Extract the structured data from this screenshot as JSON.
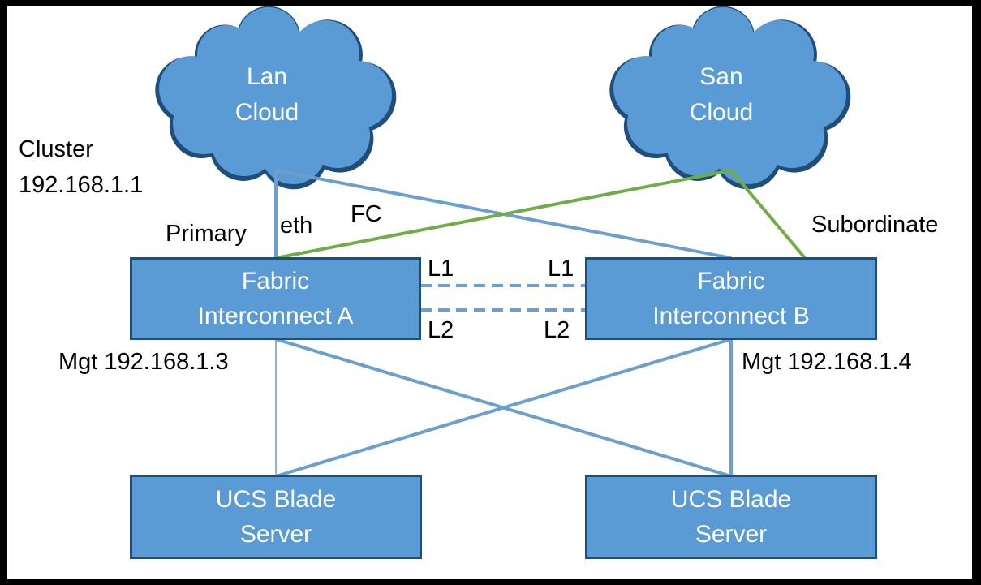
{
  "colors": {
    "box_fill": "#5b9bd5",
    "box_border": "#1f4e79",
    "eth_link": "#6a9fd0",
    "fc_link": "#70ad47",
    "frame": "#000000"
  },
  "clouds": {
    "lan": {
      "line1": "Lan",
      "line2": "Cloud"
    },
    "san": {
      "line1": "San",
      "line2": "Cloud"
    }
  },
  "fabric_a": {
    "line1": "Fabric",
    "line2": "Interconnect A"
  },
  "fabric_b": {
    "line1": "Fabric",
    "line2": "Interconnect B"
  },
  "blade_a": {
    "line1": "UCS Blade",
    "line2": "Server"
  },
  "blade_b": {
    "line1": "UCS Blade",
    "line2": "Server"
  },
  "labels": {
    "cluster_line1": "Cluster",
    "cluster_line2": "192.168.1.1",
    "primary": "Primary",
    "eth": "eth",
    "fc": "FC",
    "subordinate": "Subordinate",
    "l1_left": "L1",
    "l1_right": "L1",
    "l2_left": "L2",
    "l2_right": "L2",
    "mgt_a": "Mgt 192.168.1.3",
    "mgt_b": "Mgt 192.168.1.4"
  }
}
